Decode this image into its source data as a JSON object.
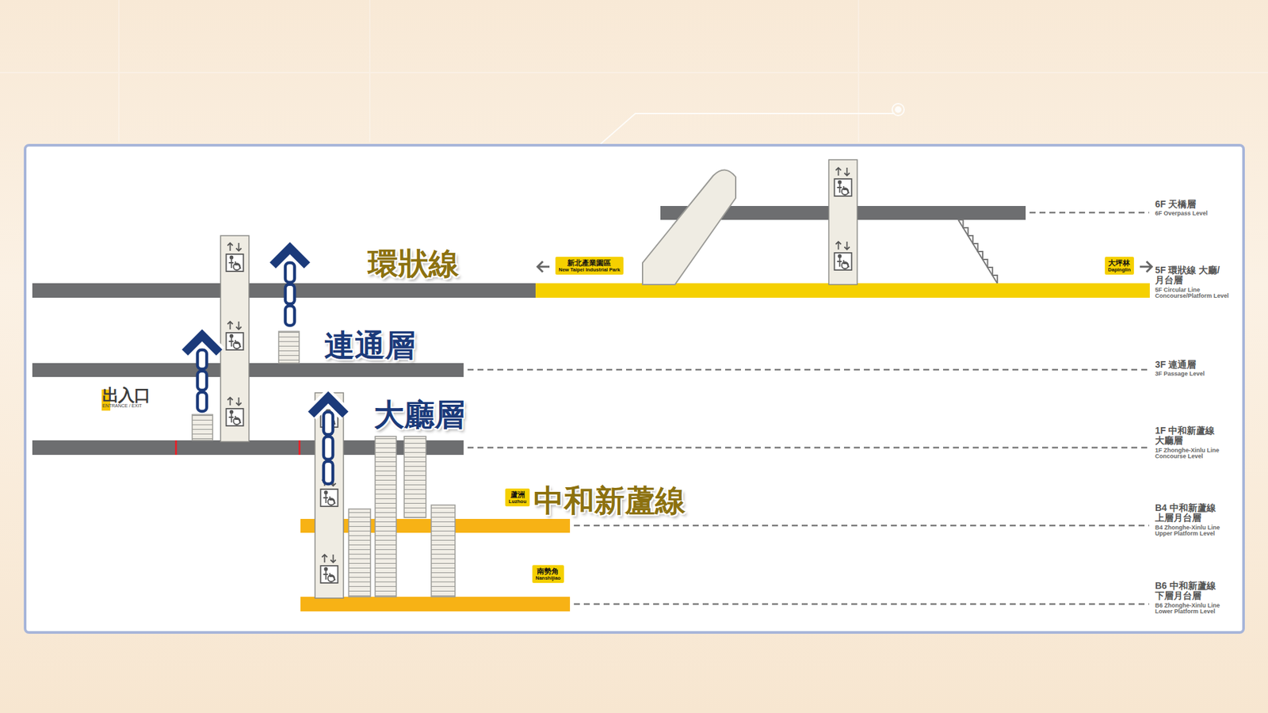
{
  "diagram": {
    "nodes": [
      {
        "text": [
          "出入口",
          "ENTRANCE / EXIT"
        ]
      },
      {
        "text": [
          "新北產業園區",
          "New Taipei Industrial Park"
        ]
      },
      {
        "text": [
          "大坪林",
          "Dapinglin"
        ]
      },
      {
        "text": [
          "蘆洲",
          "Luzhou"
        ]
      },
      {
        "text": [
          "南勢角",
          "Nanshijiao"
        ]
      }
    ],
    "labels": [
      "環狀線",
      "連通層",
      "大廳層",
      "中和新蘆線",
      "6F 天橋層",
      "6F Overpass Level",
      "5F 環狀線 大廳/月台層",
      "5F Circular Line Concourse/Platform Level",
      "3F 連通層",
      "3F Passage Level",
      "1F 中和新蘆線 大廳層",
      "1F Zhonghe-Xinlu Line Concourse Level",
      "B4 中和新蘆線 上層月台層",
      "B4 Zhonghe-Xinlu Line Upper Platform Level",
      "B6 中和新蘆線 下層月台層",
      "B6 Zhonghe-Xinlu Line Lower Platform Level"
    ]
  }
}
